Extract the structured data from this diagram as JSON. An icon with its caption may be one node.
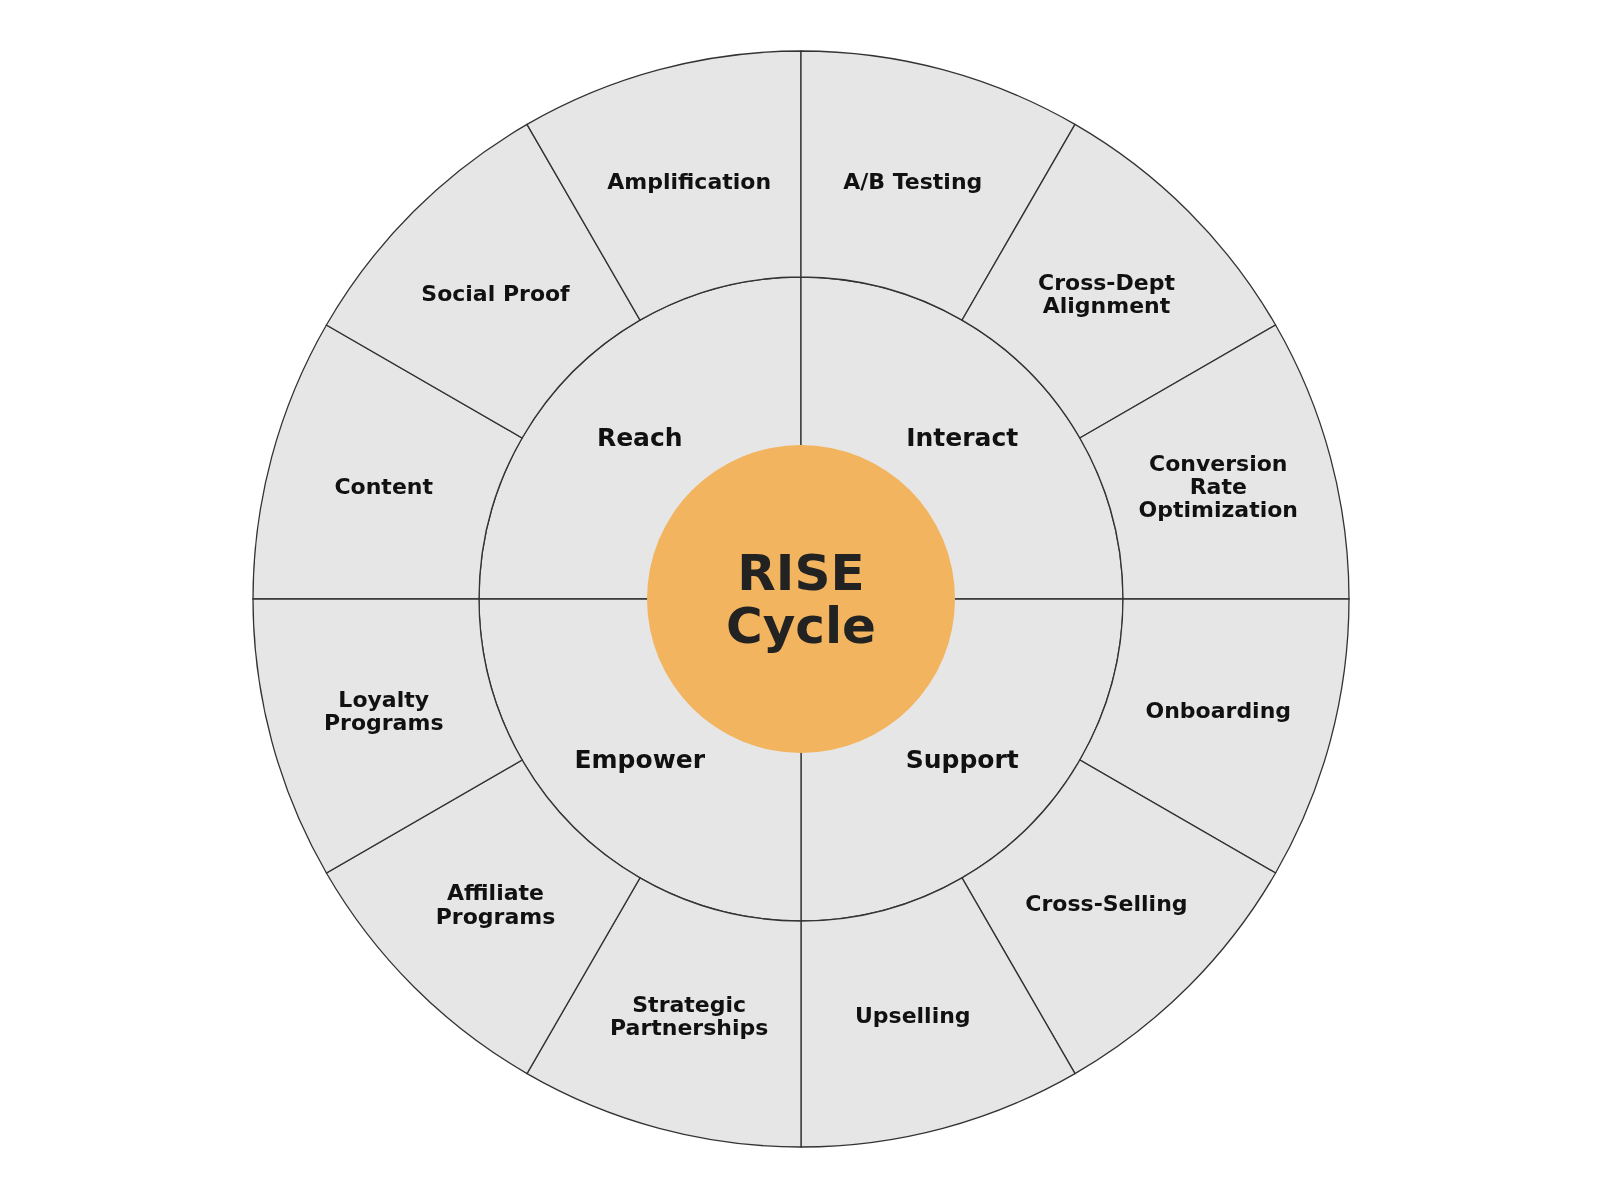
{
  "diagram": {
    "nodes": [
      {
        "text": [
          "RISE Cycle"
        ]
      },
      {
        "text": [
          "Reach"
        ]
      },
      {
        "text": [
          "Interact"
        ]
      },
      {
        "text": [
          "Support"
        ]
      },
      {
        "text": [
          "Empower"
        ]
      },
      {
        "text": [
          "Content"
        ]
      },
      {
        "text": [
          "Social Proof"
        ]
      },
      {
        "text": [
          "Amplification"
        ]
      },
      {
        "text": [
          "A/B Testing"
        ]
      },
      {
        "text": [
          "Cross-Dept Alignment"
        ]
      },
      {
        "text": [
          "Conversion Rate Optimization"
        ]
      },
      {
        "text": [
          "Onboarding"
        ]
      },
      {
        "text": [
          "Cross-Selling"
        ]
      },
      {
        "text": [
          "Upselling"
        ]
      },
      {
        "text": [
          "Strategic Partnerships"
        ]
      },
      {
        "text": [
          "Affiliate Programs"
        ]
      },
      {
        "text": [
          "Loyalty Programs"
        ]
      }
    ]
  }
}
